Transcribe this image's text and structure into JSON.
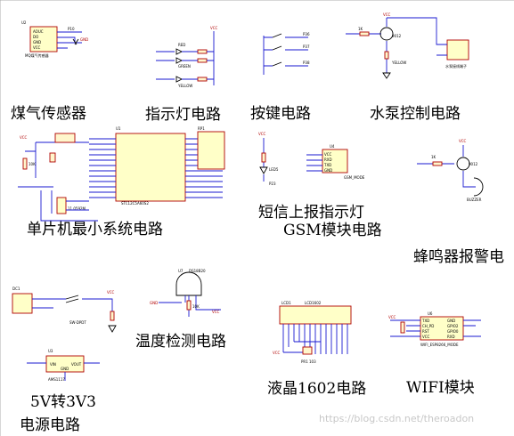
{
  "sections": [
    {
      "id": "gas",
      "label": "煤气传感器"
    },
    {
      "id": "led",
      "label": "指示灯电路"
    },
    {
      "id": "key",
      "label": "按键电路"
    },
    {
      "id": "pump",
      "label": "水泵控制电路"
    },
    {
      "id": "mcu",
      "label": "单片机最小系统电路"
    },
    {
      "id": "sms",
      "label": "短信上报指示灯"
    },
    {
      "id": "gsm",
      "label": "GSM模块电路"
    },
    {
      "id": "buzzer",
      "label": "蜂鸣器报警电"
    },
    {
      "id": "temp",
      "label": "温度检测电路"
    },
    {
      "id": "lcd",
      "label": "液晶1602电路"
    },
    {
      "id": "wifi",
      "label": "WIFI模块"
    },
    {
      "id": "power1",
      "label": "5V转3V3"
    },
    {
      "id": "power2",
      "label": "电源电路"
    }
  ],
  "parts": {
    "gas_u": "U2",
    "gas_pins": [
      "AOUC",
      "DO",
      "GND",
      "VCC"
    ],
    "gas_name": "MQ煤气传感器",
    "led_red": "RED",
    "led_green": "GREEN",
    "led_yellow": "YELLOW",
    "mcu_ref": "U1",
    "mcu_name": "STC12C5A60S2",
    "gsm_ref": "U4",
    "gsm_name": "GSM_MODE",
    "gsm_pins": [
      "VCC",
      "RXD",
      "TXD",
      "GND"
    ],
    "wifi_ref": "U6",
    "wifi_name": "WIFI_ESP8266_MODE",
    "wifi_pins": [
      "TXD",
      "CH_PD",
      "RST",
      "VCC",
      "GND",
      "GPIO2",
      "GPIO0",
      "RXD"
    ],
    "temp_ref": "U7",
    "temp_name": "DS18B20",
    "lcd_ref": "LCD1",
    "lcd_name": "LCD1602",
    "reg_ref": "U3",
    "reg_name": "AMS1117",
    "reg_pins": [
      "VIN",
      "GND",
      "VOUT"
    ],
    "dc_ref": "DC1",
    "sw_ref": "SW-DPDT",
    "buzzer_name": "BUZZER",
    "pump_name": "水泵接线端子",
    "vcc": "VCC",
    "gnd": "GND",
    "r10k": "10K",
    "r1k": "1K",
    "q9012": "9012",
    "crystal": "11.0592M"
  },
  "watermark": "https://blog.csdn.net/theroadon"
}
